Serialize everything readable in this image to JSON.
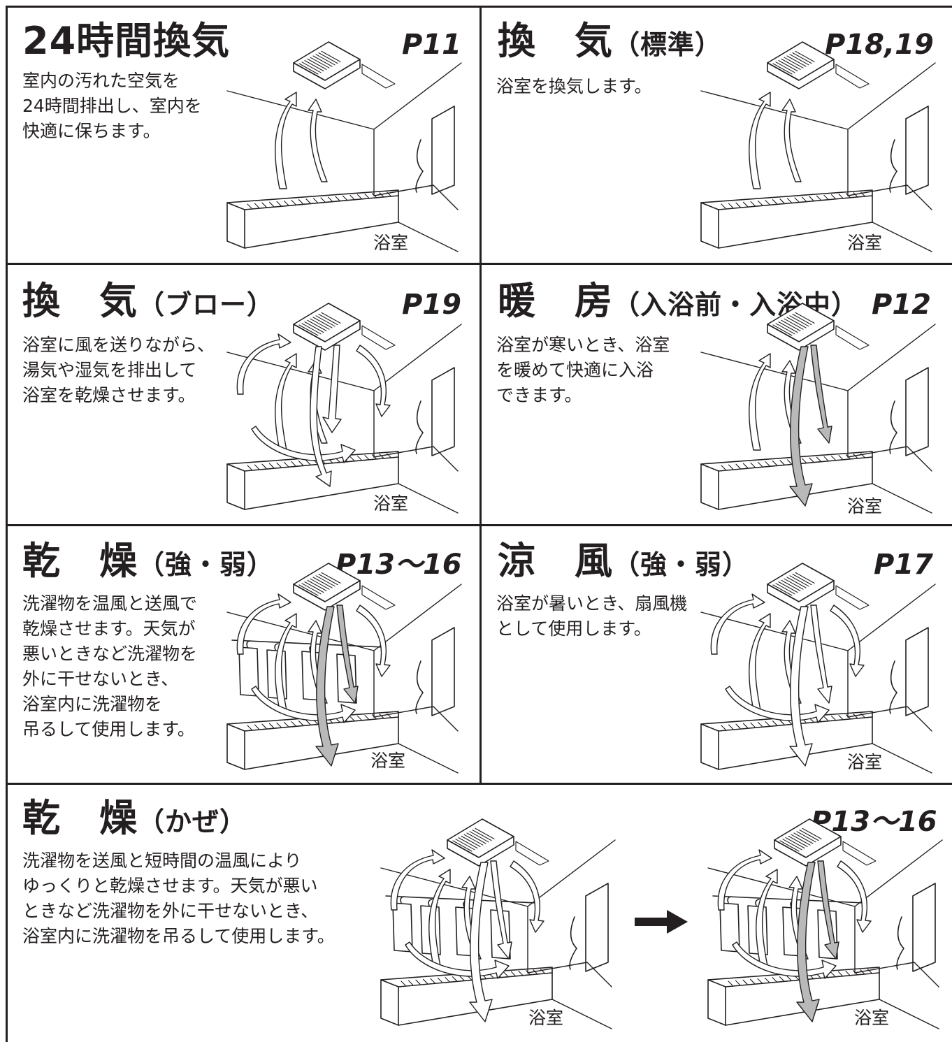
{
  "panels": [
    {
      "title": "24時間換気",
      "title_suffix": "",
      "page": "P11",
      "description": "室内の汚れた空気を\n24時間排出し、室内を\n快適に保ちます。",
      "caption": "浴室"
    },
    {
      "title": "換　気",
      "title_suffix": "（標準）",
      "page": "P18,19",
      "description": "浴室を換気します。",
      "caption": "浴室"
    },
    {
      "title": "換　気",
      "title_suffix": "（ブロー）",
      "page": "P19",
      "description": "浴室に風を送りながら、\n湯気や湿気を排出して\n浴室を乾燥させます。",
      "caption": "浴室"
    },
    {
      "title": "暖　房",
      "title_suffix": "（入浴前・入浴中）",
      "page": "P12",
      "description": "浴室が寒いとき、浴室\nを暖めて快適に入浴\nできます。",
      "caption": "浴室"
    },
    {
      "title": "乾　燥",
      "title_suffix": "（強・弱）",
      "page": "P13～16",
      "description": "洗濯物を温風と送風で\n乾燥させます。天気が\n悪いときなど洗濯物を\n外に干せないとき、\n浴室内に洗濯物を\n吊るして使用します。",
      "caption": "浴室"
    },
    {
      "title": "涼　風",
      "title_suffix": "（強・弱）",
      "page": "P17",
      "description": "浴室が暑いとき、扇風機\nとして使用します。",
      "caption": "浴室"
    },
    {
      "title": "乾　燥",
      "title_suffix": "（かぜ）",
      "page": "P13～16",
      "description": "洗濯物を送風と短時間の温風により\nゆっくりと乾燥させます。天気が悪い\nときなど洗濯物を外に干せないとき、\n浴室内に洗濯物を吊るして使用します。",
      "caption_left": "浴室",
      "caption_right": "浴室"
    }
  ],
  "colors": {
    "line": "#231f20",
    "warm_arrow": "#b9b9b9",
    "cool_arrow": "#ffffff"
  },
  "icons": [
    "ceiling-fan-unit-icon",
    "airflow-arrow-icon",
    "bathtub-icon",
    "window-icon",
    "laundry-icon",
    "right-arrow-icon"
  ]
}
